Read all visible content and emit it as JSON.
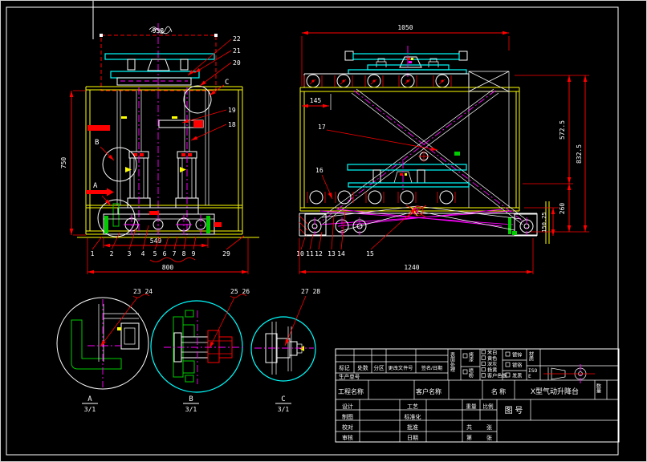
{
  "drawing": {
    "background": "#000000",
    "line_colors": {
      "outline": "#ffffff",
      "dimension": "#ff0000",
      "frame": "#ffff00",
      "platform": "#00ffff",
      "centerline": "#ff00ff",
      "section": "#00cc00"
    }
  },
  "front_view": {
    "dim_top": "958",
    "dim_height": "750",
    "dim_inner_width": "549",
    "dim_total_width": "800",
    "parts_right": [
      "22",
      "21",
      "20"
    ],
    "detail_c": "C",
    "part_19": "19",
    "part_18": "18",
    "detail_b": "B",
    "detail_a": "A",
    "parts_bottom": [
      "1",
      "2",
      "3",
      "4",
      "5",
      "6",
      "7",
      "8",
      "9"
    ],
    "part_29": "29"
  },
  "side_view": {
    "dim_top": "1050",
    "dim_left": "145",
    "dim_right_upper": "572.5",
    "dim_right_total": "832.5",
    "dim_right_lower": "260",
    "dim_right_base": "150.25",
    "dim_bottom": "1240",
    "part_17": "17",
    "part_16": "16",
    "parts_bottom": [
      "10",
      "11",
      "12",
      "13",
      "14"
    ],
    "part_15": "15"
  },
  "details": {
    "a": {
      "callout": "23 24",
      "letter": "A",
      "scale": "3/1"
    },
    "b": {
      "callout": "25 26",
      "letter": "B",
      "scale": "3/1"
    },
    "c": {
      "callout": "27 28",
      "letter": "C",
      "scale": "3/1"
    }
  },
  "title_block": {
    "mark": "标记",
    "count": "处数",
    "zone": "分区",
    "change_no": "更改文件号",
    "sign_date": "签名/日期",
    "production_no": "生产单号",
    "surface_treatment": "表面处理",
    "paint": "烤漆",
    "powder": "喷粉",
    "color_options": [
      "米白",
      "黄色",
      "深灰",
      "艳黄",
      "客户色板"
    ],
    "plating_options": [
      "镀锌",
      "镀铬",
      "发黑"
    ],
    "material": "材质",
    "iso": "ISO",
    "iso_e": "E",
    "project_name": "工程名称",
    "customer_name": "客户名称",
    "name_label": "名  称",
    "product_name": "X型气动升降台",
    "quantity": "数量",
    "design": "设计",
    "draft": "制图",
    "proofread": "校对",
    "audit": "审核",
    "process": "工艺",
    "standardization": "标准化",
    "approve": "批准",
    "date": "日期",
    "weight": "重量",
    "scale": "比例",
    "drawing_no": "图  号",
    "sheets_total_prefix": "共",
    "sheets_total_suffix": "张",
    "sheet_no_prefix": "第",
    "sheet_no_suffix": "张"
  }
}
